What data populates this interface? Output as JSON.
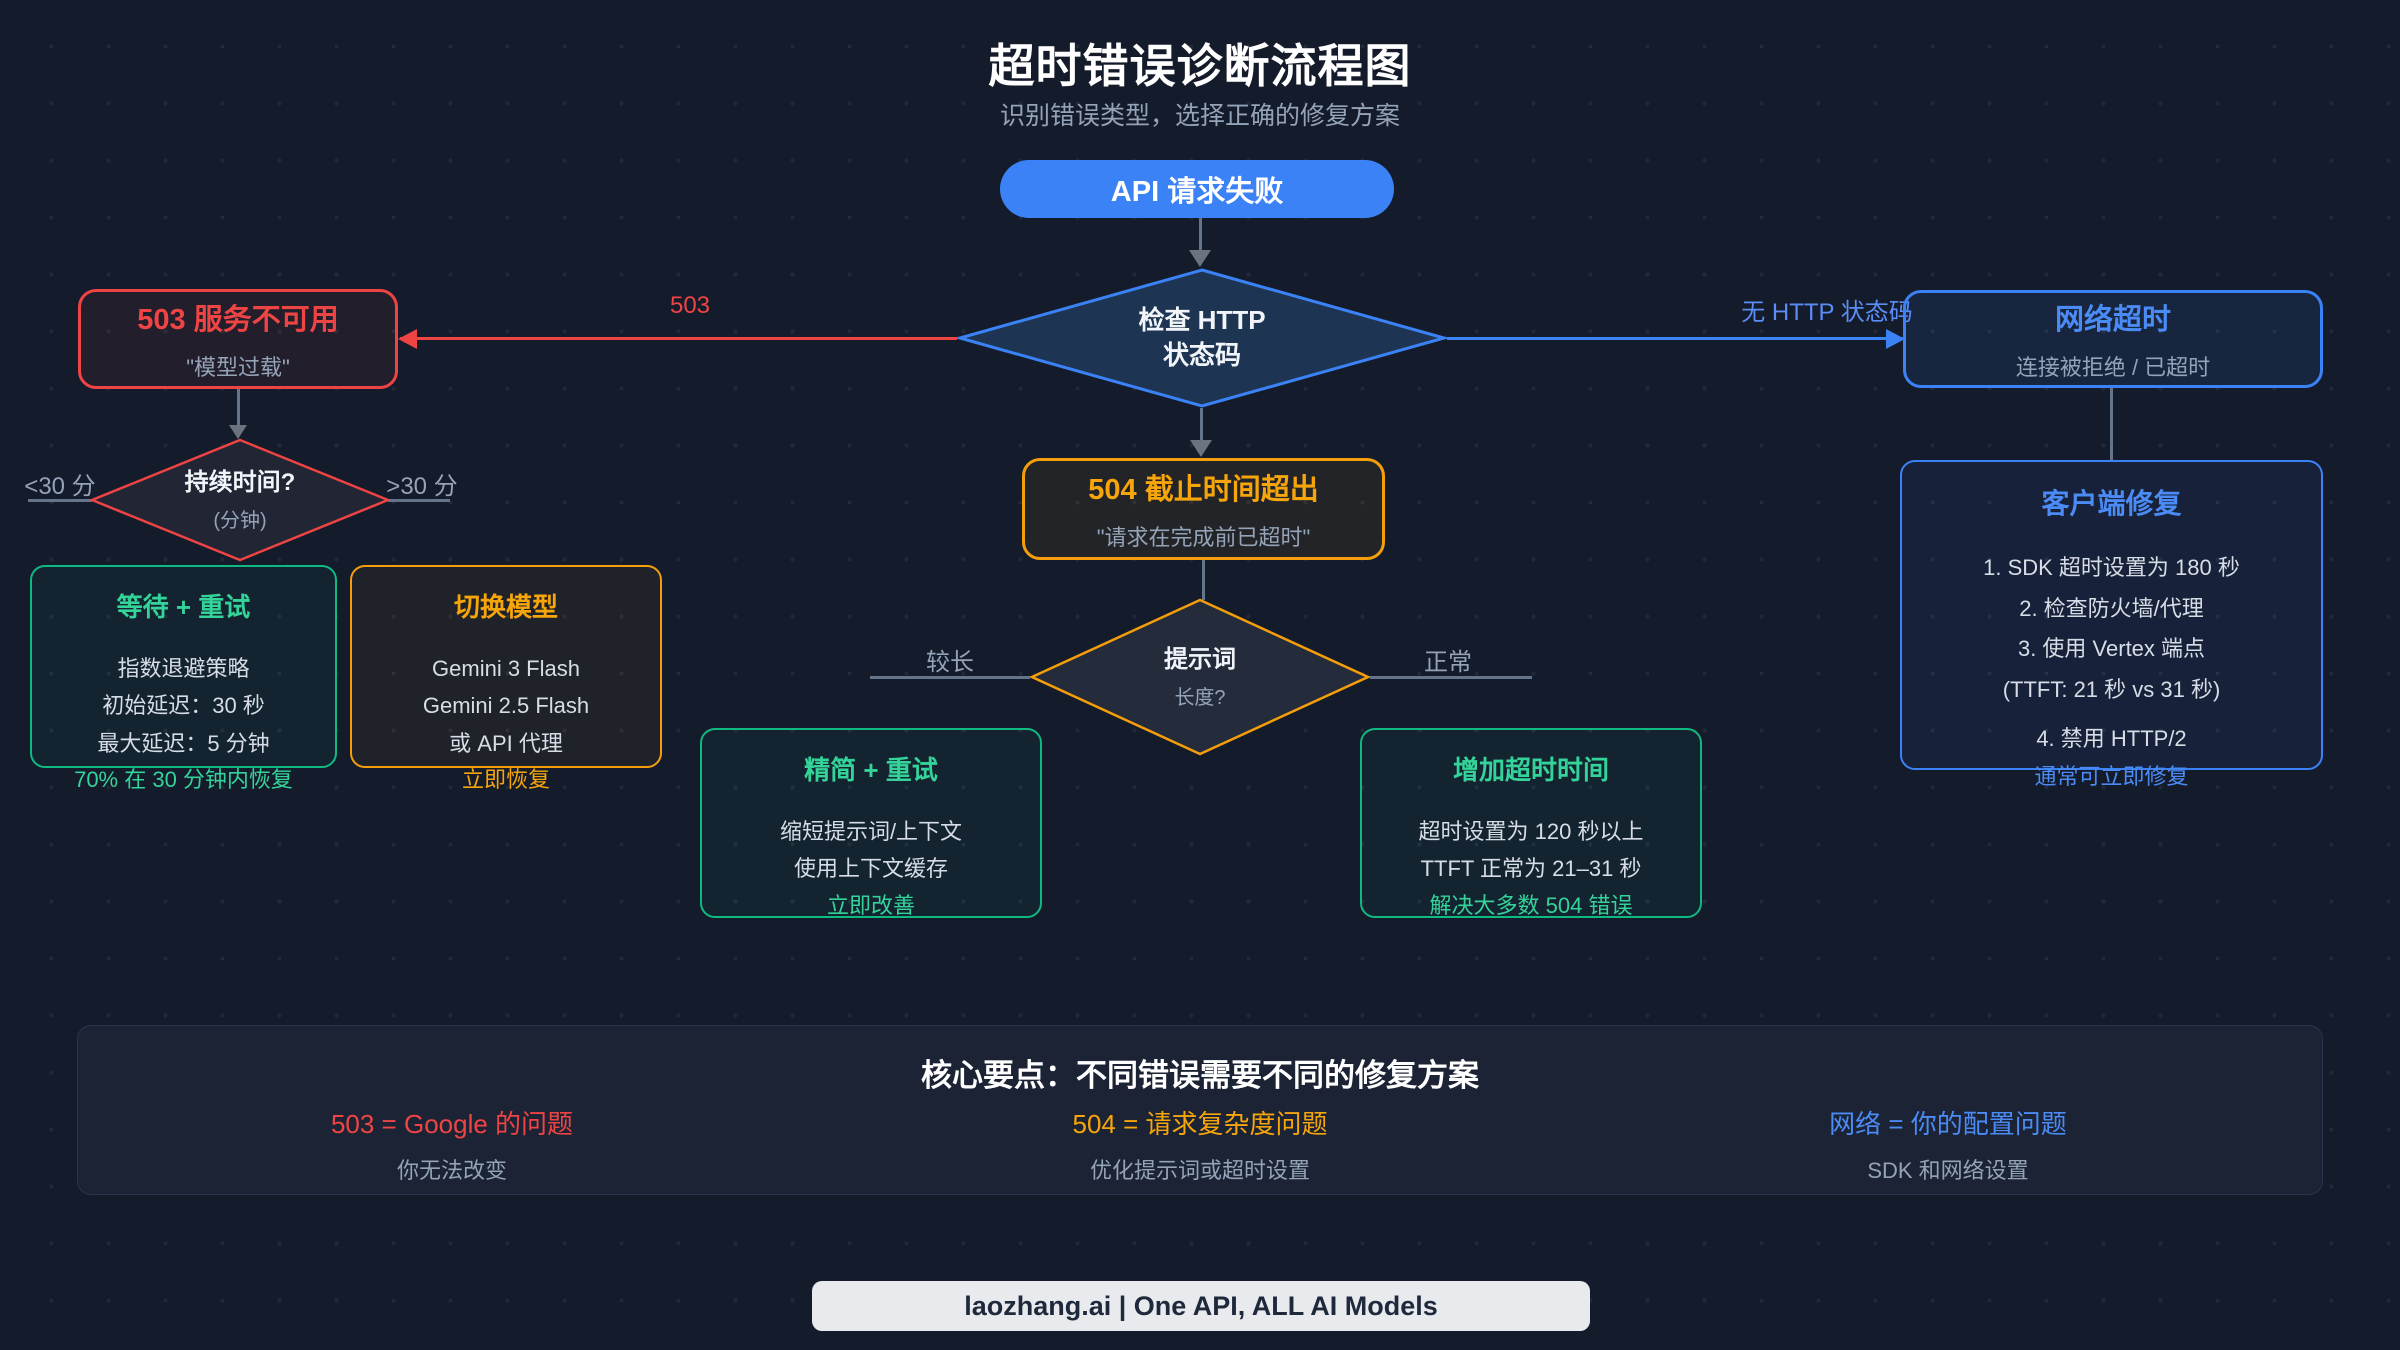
{
  "colors": {
    "red": "#ef4444",
    "orange": "#f59e0b",
    "green": "#10b981",
    "blue": "#3b82f6",
    "gray_text": "#94a3b8",
    "background": "#141b2b"
  },
  "header": {
    "title": "超时错误诊断流程图",
    "subtitle": "识别错误类型，选择正确的修复方案"
  },
  "flow": {
    "start_label": "API 请求失败",
    "http_check": {
      "line1": "检查 HTTP",
      "line2": "状态码"
    },
    "edges": {
      "to_503": "503",
      "to_network": "无 HTTP 状态码",
      "duration_left": "<30 分",
      "duration_right": ">30 分",
      "prompt_left": "较长",
      "prompt_right": "正常"
    },
    "node_503": {
      "title": "503 服务不可用",
      "subtitle": "\"模型过载\""
    },
    "node_network": {
      "title": "网络超时",
      "subtitle": "连接被拒绝 / 已超时"
    },
    "node_504": {
      "title": "504 截止时间超出",
      "subtitle": "\"请求在完成前已超时\""
    },
    "duration_decision": {
      "title": "持续时间?",
      "subtitle": "(分钟)"
    },
    "prompt_decision": {
      "title": "提示词",
      "subtitle": "长度?"
    },
    "wait_retry": {
      "title": "等待 + 重试",
      "lines": [
        "指数退避策略",
        "初始延迟：30 秒",
        "最大延迟：5 分钟"
      ],
      "footer": "70% 在 30 分钟内恢复"
    },
    "switch_model": {
      "title": "切换模型",
      "lines": [
        "Gemini 3 Flash",
        "Gemini 2.5 Flash",
        "或 API 代理"
      ],
      "footer": "立即恢复"
    },
    "trim_retry": {
      "title": "精简 + 重试",
      "lines": [
        "缩短提示词/上下文",
        "使用上下文缓存"
      ],
      "footer": "立即改善"
    },
    "increase_timeout": {
      "title": "增加超时时间",
      "lines": [
        "超时设置为 120 秒以上",
        "TTFT 正常为 21–31 秒"
      ],
      "footer": "解决大多数 504 错误"
    },
    "client_fix": {
      "title": "客户端修复",
      "lines": [
        "1. SDK 超时设置为 180 秒",
        "2. 检查防火墙/代理",
        "3. 使用 Vertex 端点",
        "(TTFT: 21 秒 vs 31 秒)",
        "4. 禁用 HTTP/2"
      ],
      "footer": "通常可立即修复"
    }
  },
  "summary": {
    "heading": "核心要点：不同错误需要不同的修复方案",
    "items": [
      {
        "title": "503 = Google 的问题",
        "subtitle": "你无法改变"
      },
      {
        "title": "504 = 请求复杂度问题",
        "subtitle": "优化提示词或超时设置"
      },
      {
        "title": "网络 = 你的配置问题",
        "subtitle": "SDK 和网络设置"
      }
    ]
  },
  "footer": {
    "label": "laozhang.ai | One API, ALL AI Models"
  }
}
